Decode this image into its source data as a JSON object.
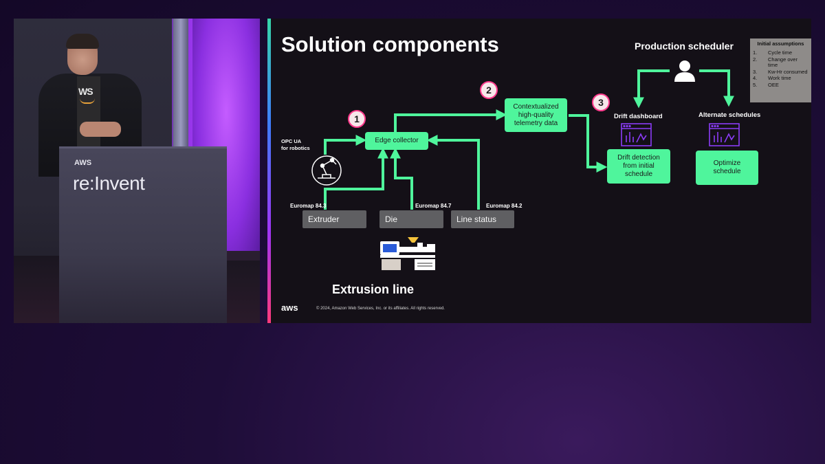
{
  "video": {
    "podium_small": "AWS",
    "podium_brand": "re:Invent",
    "shirt_logo": "WS"
  },
  "slide": {
    "title": "Solution components",
    "footer_logo": "aws",
    "copyright": "© 2024, Amazon Web Services, Inc. or its affiliates. All rights reserved.",
    "badges": [
      "1",
      "2",
      "3"
    ],
    "edge_collector": "Edge collector",
    "opc_label": "OPC UA\nfor robotics",
    "telemetry": "Contextualized high-quality telemetry data",
    "sources": [
      {
        "label": "Extruder",
        "protocol": "Euromap 84.3"
      },
      {
        "label": "Die",
        "protocol": "Euromap 84.7"
      },
      {
        "label": "Line status",
        "protocol": "Euromap 84.2"
      }
    ],
    "extrusion_line": "Extrusion line",
    "production_scheduler": "Production scheduler",
    "drift_dashboard": "Drift dashboard",
    "alternate_schedules": "Alternate schedules",
    "drift_detection": "Drift detection from initial schedule",
    "optimize_schedule": "Optimize schedule",
    "assumptions": {
      "title": "Initial assumptions",
      "items": [
        {
          "num": "1.",
          "text": "Cycle time"
        },
        {
          "num": "2.",
          "text": "Change over time"
        },
        {
          "num": "3.",
          "text": "Kw-Hr consumed"
        },
        {
          "num": "4.",
          "text": "Work time"
        },
        {
          "num": "5.",
          "text": "OEE"
        }
      ]
    }
  },
  "colors": {
    "flow_green": "#4ff59c",
    "badge_ring": "#ff3a8c",
    "icon_purple": "#8b3cf7"
  }
}
